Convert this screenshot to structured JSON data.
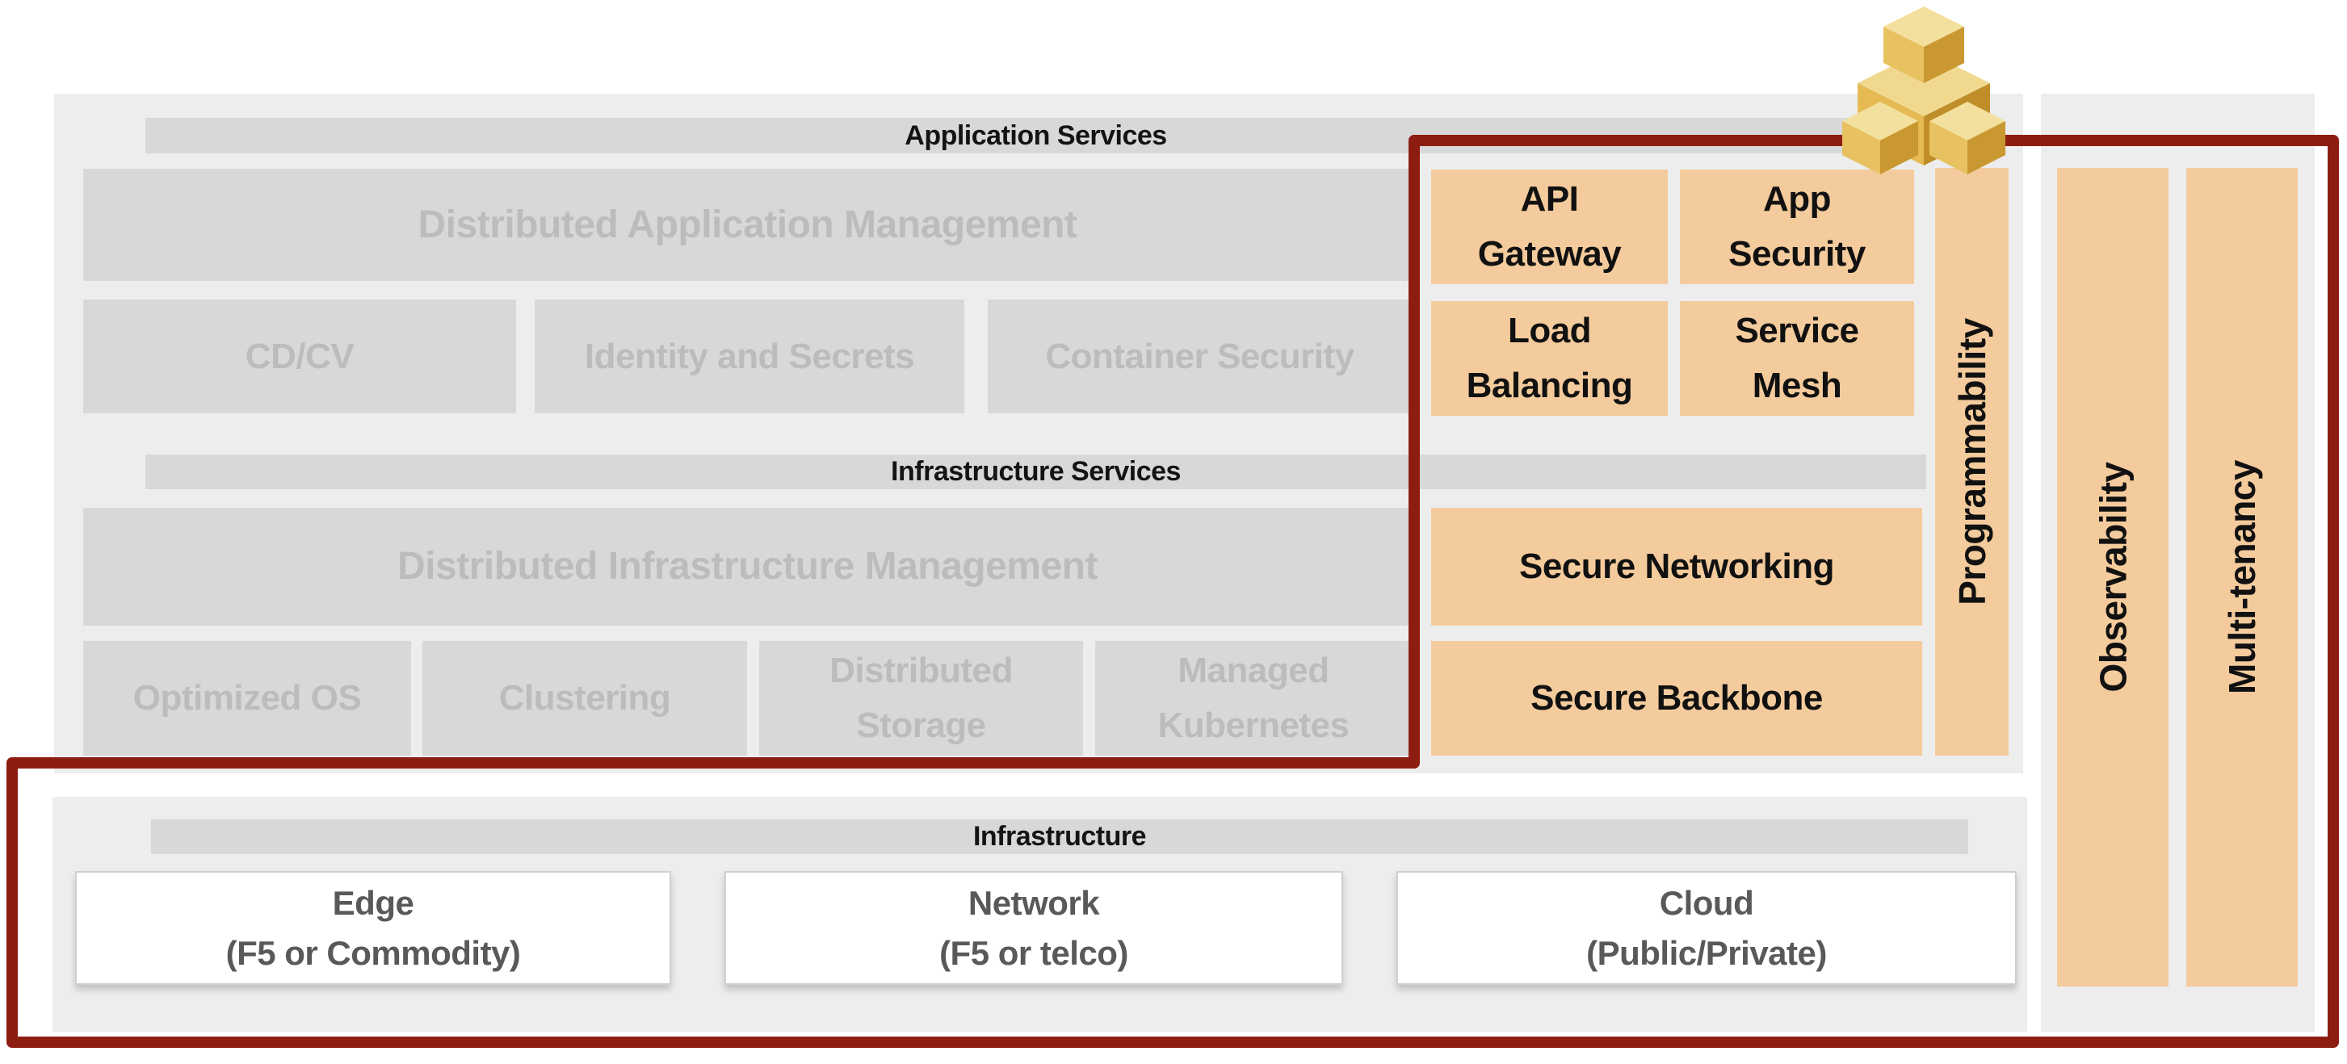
{
  "colors": {
    "panel_gray": "#EDEDED",
    "block_gray": "#D8D8D8",
    "gray_text": "#BCBCBC",
    "orange": "#F4CB9C",
    "dark_red": "#8E1D11",
    "gold": "#E2B54B",
    "dark_gray_text": "#595959"
  },
  "application_services": {
    "header": "Application Services",
    "management_box": "Distributed Application Management",
    "boxes": [
      {
        "lines": [
          "CD/CV"
        ]
      },
      {
        "lines": [
          "Identity and Secrets"
        ]
      },
      {
        "lines": [
          "Container Security"
        ]
      }
    ]
  },
  "infrastructure_services": {
    "header": "Infrastructure Services",
    "management_box": "Distributed Infrastructure Management",
    "boxes": [
      {
        "lines": [
          "Optimized OS"
        ]
      },
      {
        "lines": [
          "Clustering"
        ]
      },
      {
        "lines": [
          "Distributed",
          "Storage"
        ]
      },
      {
        "lines": [
          "Managed",
          "Kubernetes"
        ]
      }
    ]
  },
  "f5_services": {
    "boxes": [
      {
        "lines": [
          "API",
          "Gateway"
        ]
      },
      {
        "lines": [
          "App",
          "Security"
        ]
      },
      {
        "lines": [
          "Load",
          "Balancing"
        ]
      },
      {
        "lines": [
          "Service",
          "Mesh"
        ]
      }
    ],
    "wide_boxes": [
      "Secure Networking",
      "Secure Backbone"
    ],
    "programmability": "Programmability"
  },
  "cross_cutting": {
    "bars": [
      "Observability",
      "Multi-tenancy"
    ]
  },
  "infrastructure": {
    "header": "Infrastructure",
    "boxes": [
      {
        "lines": [
          "Edge",
          "(F5 or Commodity)"
        ]
      },
      {
        "lines": [
          "Network",
          "(F5 or telco)"
        ]
      },
      {
        "lines": [
          "Cloud",
          "(Public/Private)"
        ]
      }
    ]
  },
  "logo": {
    "name": "f5-cubes-logo"
  }
}
